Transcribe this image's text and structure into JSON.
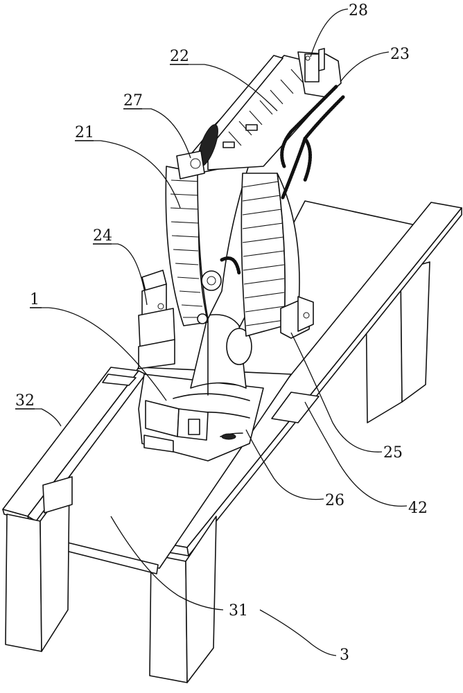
{
  "figure": {
    "type": "patent line drawing",
    "subject": "industrial robot mounted on a rail track",
    "ink_color": "#111111",
    "background_color": "#ffffff"
  },
  "reference_labels": [
    {
      "id": "28",
      "text": "28",
      "underlined": false
    },
    {
      "id": "23",
      "text": "23",
      "underlined": false
    },
    {
      "id": "22",
      "text": "22",
      "underlined": true
    },
    {
      "id": "27",
      "text": "27",
      "underlined": true
    },
    {
      "id": "21",
      "text": "21",
      "underlined": true
    },
    {
      "id": "24",
      "text": "24",
      "underlined": true
    },
    {
      "id": "1",
      "text": "1",
      "underlined": true
    },
    {
      "id": "32",
      "text": "32",
      "underlined": true
    },
    {
      "id": "25",
      "text": "25",
      "underlined": false
    },
    {
      "id": "26",
      "text": "26",
      "underlined": false
    },
    {
      "id": "42",
      "text": "42",
      "underlined": false
    },
    {
      "id": "31",
      "text": "31",
      "underlined": false
    },
    {
      "id": "3",
      "text": "3",
      "underlined": false
    }
  ]
}
